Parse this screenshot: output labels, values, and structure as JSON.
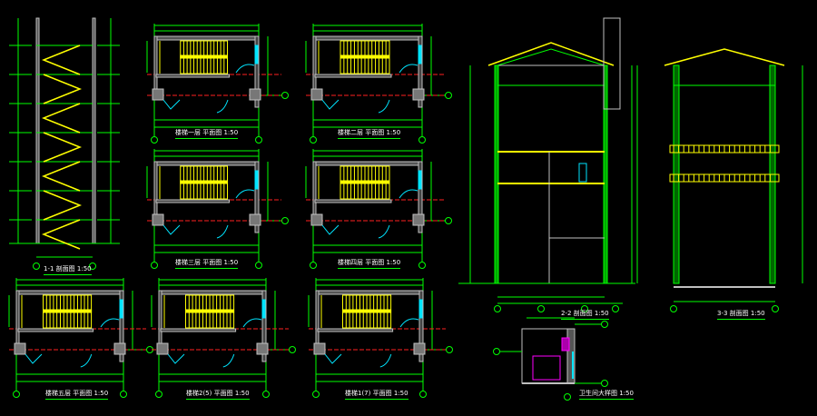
{
  "colors": {
    "bg": "#000000",
    "dim": "#00ff00",
    "wall": "#c0c0c0",
    "stair": "#ffff00",
    "axis": "#ff2020",
    "glass": "#00e5ff",
    "fixture": "#ff00ff"
  },
  "titles": {
    "section_1": "1-1 剖面图 1:50",
    "plan_1": "楼梯一层 平面图 1:50",
    "plan_2": "楼梯二层 平面图 1:50",
    "plan_3": "楼梯三层 平面图 1:50",
    "plan_4": "楼梯四层 平面图 1:50",
    "plan_5": "楼梯五层 平面图 1:50",
    "plan_6": "楼梯2(5) 平面图 1:50",
    "plan_7": "楼梯1(7) 平面图 1:50",
    "section_2": "2-2 剖面图 1:50",
    "section_3": "3-3 剖面图 1:50",
    "detail_wc": "卫生间大样图 1:50"
  }
}
